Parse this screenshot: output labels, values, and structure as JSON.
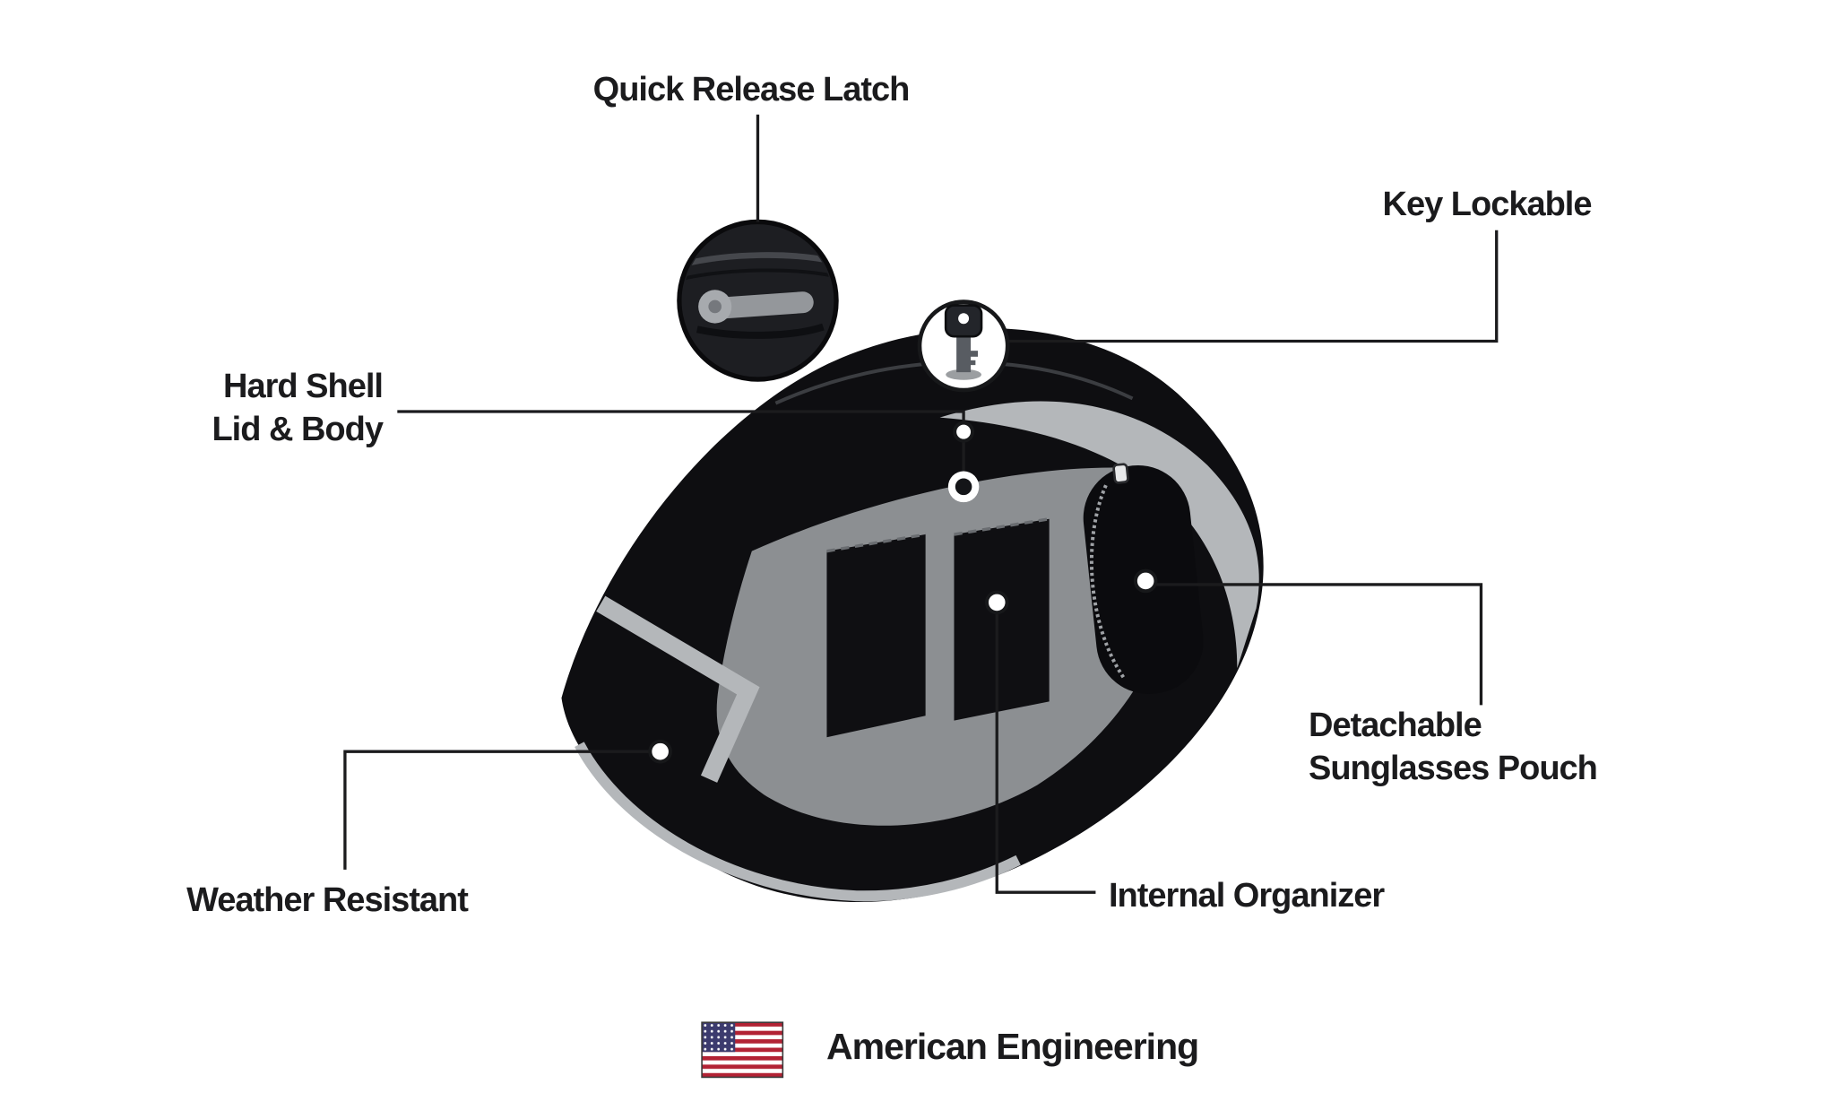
{
  "callouts": {
    "quick_release_latch": {
      "label": "Quick Release Latch"
    },
    "key_lockable": {
      "label": "Key Lockable"
    },
    "hard_shell": {
      "line1": "Hard Shell",
      "line2": "Lid & Body"
    },
    "weather_resistant": {
      "label": "Weather Resistant"
    },
    "internal_organizer": {
      "label": "Internal Organizer"
    },
    "detachable_sunglasses_pouch": {
      "line1": "Detachable",
      "line2": "Sunglasses Pouch"
    }
  },
  "footer": {
    "label": "American Engineering"
  },
  "icons": {
    "flag": "us-flag-icon",
    "key": "key-icon",
    "latch": "quick-release-latch-icon",
    "zipper_pull": "zipper-pull-icon"
  },
  "colors": {
    "background": "#ffffff",
    "text": "#1b1b1d",
    "callout_line": "#1b1b1d",
    "bag_shell": "#0e0e11",
    "interior_gray": "#8c8f92",
    "trim_gray": "#b4b7ba",
    "flag_red": "#b22234",
    "flag_blue": "#3c3b6e",
    "flag_white": "#ffffff"
  }
}
